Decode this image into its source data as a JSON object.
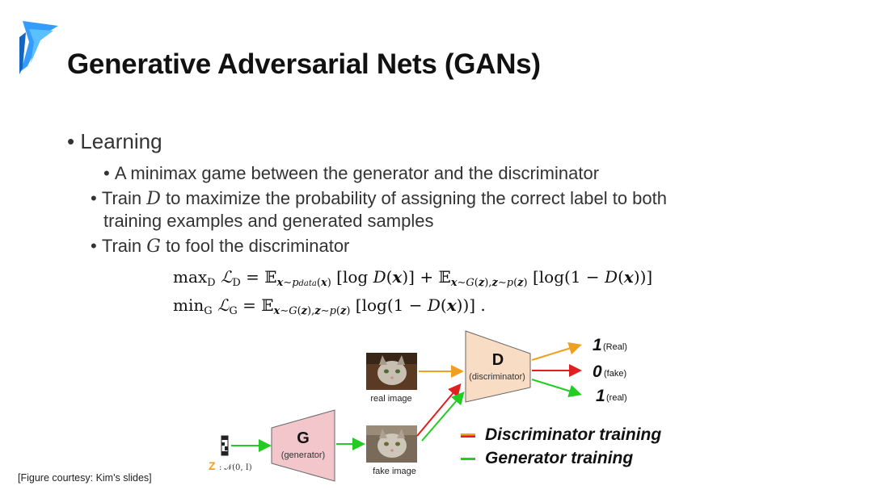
{
  "title": "Generative Adversarial Nets (GANs)",
  "bullets": {
    "learning": "Learning",
    "minimax": "A minimax game between the generator and the discriminator",
    "train_d_pre": "Train ",
    "train_d_var": "D",
    "train_d_post": " to maximize the probability of assigning the correct label to both",
    "train_d_cont": "training examples and generated samples",
    "train_g_pre": "Train ",
    "train_g_var": "G",
    "train_g_post": " to fool the discriminator"
  },
  "equations": {
    "eq1": "max_D L_D = E_{x~p_data(x)} [log D(x)] + E_{x~G(z), z~p(z)} [log(1 − D(x))]",
    "eq2": "min_G L_G = E_{x~G(z), z~p(z)} [log(1 − D(x))] ."
  },
  "diagram": {
    "d_letter": "D",
    "d_label": "(discriminator)",
    "g_letter": "G",
    "g_label": "(generator)",
    "real_image": "real image",
    "fake_image": "fake image",
    "z_letter": "Z",
    "z_dist": ": 𝒩(0, I)",
    "out1_num": "1",
    "out1_label": "(Real)",
    "out2_num": "0",
    "out2_label": "(fake)",
    "out3_num": "1",
    "out3_label": "(real)"
  },
  "legend": {
    "disc": "Discriminator training",
    "gen": "Generator training"
  },
  "caption": "[Figure courtesy: Kim's slides]",
  "colors": {
    "orange": "#f0a020",
    "red": "#e02020",
    "green": "#22cc22",
    "d_fill": "#f9dcc4",
    "g_fill": "#f3c6cc",
    "logo_blue": "#1e90ff"
  }
}
